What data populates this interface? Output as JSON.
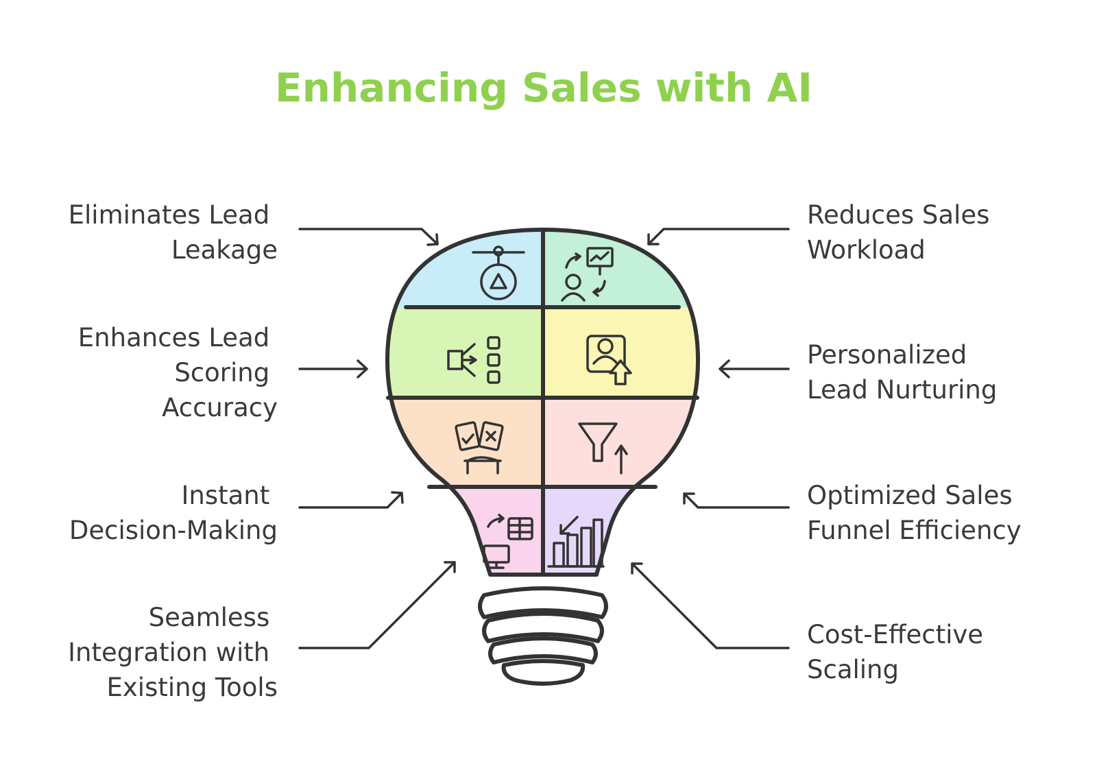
{
  "title": "Enhancing Sales with AI",
  "colors": {
    "title": "#8fd14f",
    "text": "#3a3a3a",
    "outline": "#333333",
    "segment_blue": "#c8ecf8",
    "segment_mint": "#c2f0d8",
    "segment_green": "#d9f5b6",
    "segment_yellow": "#fbf6b4",
    "segment_peach": "#fde0c8",
    "segment_salmon": "#fde0de",
    "segment_pink": "#f9d4ec",
    "segment_lavender": "#e6d8fb"
  },
  "left_labels": {
    "lead_leakage": [
      "Eliminates Lead",
      "Leakage"
    ],
    "lead_scoring": [
      "Enhances Lead",
      "Scoring",
      "Accuracy"
    ],
    "decision_making": [
      "Instant",
      "Decision-Making"
    ],
    "integration": [
      "Seamless",
      "Integration with",
      "Existing Tools"
    ]
  },
  "right_labels": {
    "workload": [
      "Reduces Sales",
      "Workload"
    ],
    "nurturing": [
      "Personalized",
      "Lead Nurturing"
    ],
    "funnel": [
      "Optimized Sales",
      "Funnel Efficiency"
    ],
    "scaling": [
      "Cost-Effective",
      "Scaling"
    ]
  },
  "icons": {
    "lead_leakage": "funnel-pin-icon",
    "workload": "presenter-chart-icon",
    "lead_scoring": "flow-branch-icon",
    "nurturing": "profile-upgrade-icon",
    "decision_making": "decision-cards-icon",
    "funnel": "funnel-up-icon",
    "integration": "sync-table-icon",
    "scaling": "bar-growth-icon"
  }
}
